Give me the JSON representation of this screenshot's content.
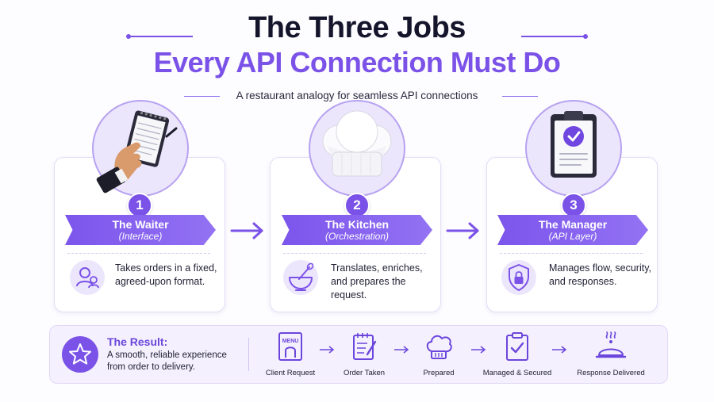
{
  "title": {
    "line1": "The Three Jobs",
    "line2": "Every API Connection Must Do"
  },
  "subtitle": "A restaurant analogy for seamless API connections",
  "jobs": [
    {
      "number": "1",
      "title": "The Waiter",
      "subtitle": "(Interface)",
      "description": "Takes orders in a fixed, agreed-upon format.",
      "icon": "user-icon",
      "image": "notepad-hand-image"
    },
    {
      "number": "2",
      "title": "The Kitchen",
      "subtitle": "(Orchestration)",
      "description": "Translates, enriches, and prepares the request.",
      "icon": "mixing-bowl-icon",
      "image": "chef-hat-image"
    },
    {
      "number": "3",
      "title": "The Manager",
      "subtitle": "(API Layer)",
      "description": "Manages flow, security, and responses.",
      "icon": "shield-lock-icon",
      "image": "clipboard-check-image"
    }
  ],
  "result": {
    "title": "The Result:",
    "description": "A smooth, reliable experience from order to delivery.",
    "icon": "star-icon",
    "steps": [
      {
        "label": "Client Request",
        "icon": "menu-icon",
        "icon_text": "MENU"
      },
      {
        "label": "Order Taken",
        "icon": "notepad-icon"
      },
      {
        "label": "Prepared",
        "icon": "chef-hat-icon"
      },
      {
        "label": "Managed & Secured",
        "icon": "clipboard-check-icon"
      },
      {
        "label": "Response Delivered",
        "icon": "cloche-icon"
      }
    ]
  },
  "colors": {
    "accent": "#7b52e8",
    "accent_light": "#ece6fc",
    "dark": "#14142b"
  }
}
